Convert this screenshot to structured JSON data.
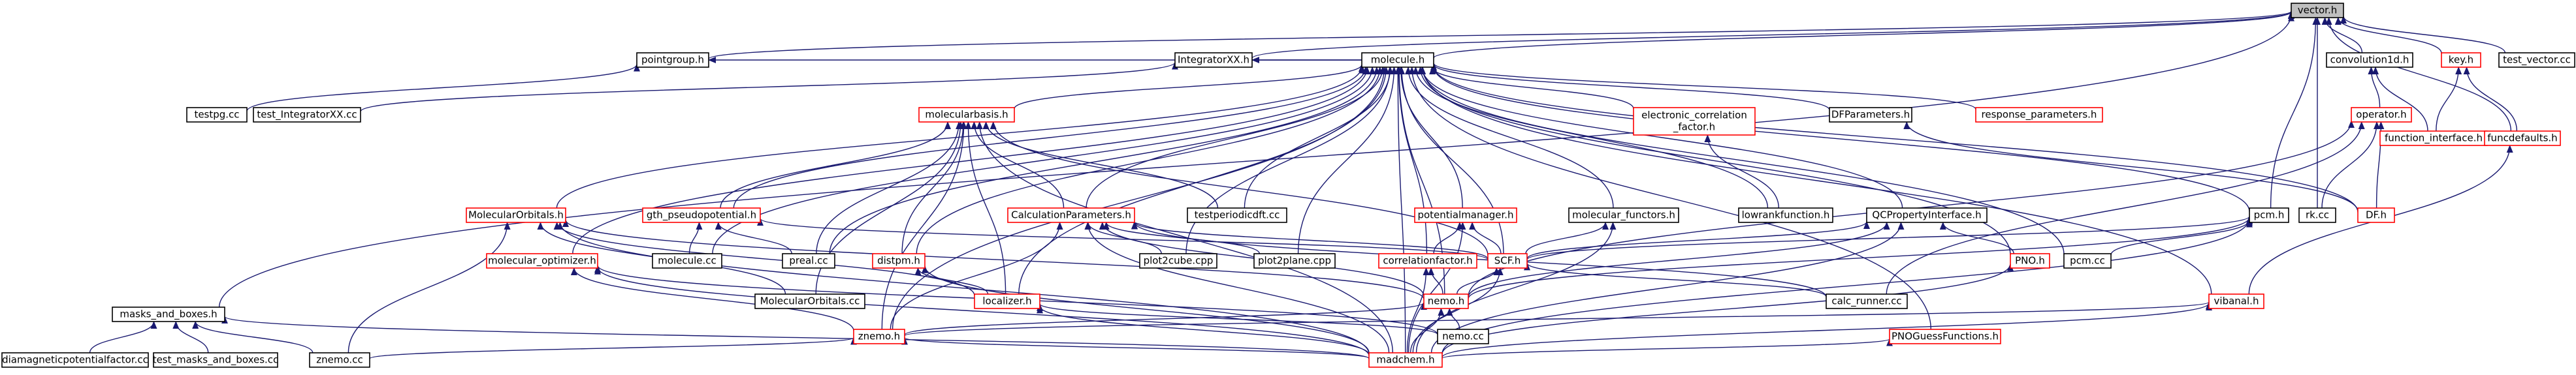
{
  "graph": {
    "colors": {
      "edge": "#191970",
      "node_border_black": "#000000",
      "node_border_red": "#ff0000",
      "root_fill": "#bfbfbf",
      "node_fill": "#ffffff",
      "text_black": "#000000"
    },
    "nodes": [
      {
        "id": "vector_h",
        "label": "vector.h",
        "style": "root"
      },
      {
        "id": "pointgroup_h",
        "label": "pointgroup.h",
        "style": "black"
      },
      {
        "id": "integratorxx_h",
        "label": "IntegratorXX.h",
        "style": "black"
      },
      {
        "id": "molecule_h",
        "label": "molecule.h",
        "style": "black"
      },
      {
        "id": "convolution1d_h",
        "label": "convolution1d.h",
        "style": "black"
      },
      {
        "id": "key_h",
        "label": "key.h",
        "style": "red"
      },
      {
        "id": "test_vector_cc",
        "label": "test_vector.cc",
        "style": "black"
      },
      {
        "id": "testpg_cc",
        "label": "testpg.cc",
        "style": "black"
      },
      {
        "id": "test_integratorxx_cc",
        "label": "test_IntegratorXX.cc",
        "style": "black"
      },
      {
        "id": "molecularbasis_h",
        "label": "molecularbasis.h",
        "style": "red"
      },
      {
        "id": "electronic_correlation_factor_h",
        "label": "electronic_correlation\n_factor.h",
        "style": "red"
      },
      {
        "id": "dfparameters_h",
        "label": "DFParameters.h",
        "style": "black"
      },
      {
        "id": "response_parameters_h",
        "label": "response_parameters.h",
        "style": "red"
      },
      {
        "id": "operator_h",
        "label": "operator.h",
        "style": "red"
      },
      {
        "id": "function_interface_h",
        "label": "function_interface.h",
        "style": "red"
      },
      {
        "id": "funcdefaults_h",
        "label": "funcdefaults.h",
        "style": "red"
      },
      {
        "id": "molecularorbitals_h",
        "label": "MolecularOrbitals.h",
        "style": "red"
      },
      {
        "id": "gth_pseudopotential_h",
        "label": "gth_pseudopotential.h",
        "style": "red"
      },
      {
        "id": "calculationparameters_h",
        "label": "CalculationParameters.h",
        "style": "red"
      },
      {
        "id": "testperiodicdft_cc",
        "label": "testperiodicdft.cc",
        "style": "black"
      },
      {
        "id": "potentialmanager_h",
        "label": "potentialmanager.h",
        "style": "red"
      },
      {
        "id": "molecular_functors_h",
        "label": "molecular_functors.h",
        "style": "black"
      },
      {
        "id": "lowrankfunction_h",
        "label": "lowrankfunction.h",
        "style": "black"
      },
      {
        "id": "qcpropertyinterface_h",
        "label": "QCPropertyInterface.h",
        "style": "black"
      },
      {
        "id": "pcm_h",
        "label": "pcm.h",
        "style": "black"
      },
      {
        "id": "df_h",
        "label": "DF.h",
        "style": "red"
      },
      {
        "id": "rk_cc",
        "label": "rk.cc",
        "style": "black"
      },
      {
        "id": "molecule_cc",
        "label": "molecule.cc",
        "style": "black"
      },
      {
        "id": "preal_cc",
        "label": "preal.cc",
        "style": "black"
      },
      {
        "id": "distpm_h",
        "label": "distpm.h",
        "style": "red"
      },
      {
        "id": "plot2cube_cpp",
        "label": "plot2cube.cpp",
        "style": "black"
      },
      {
        "id": "plot2plane_cpp",
        "label": "plot2plane.cpp",
        "style": "black"
      },
      {
        "id": "scf_h",
        "label": "SCF.h",
        "style": "red"
      },
      {
        "id": "correlationfactor_h",
        "label": "correlationfactor.h",
        "style": "red"
      },
      {
        "id": "pno_h",
        "label": "PNO.h",
        "style": "red"
      },
      {
        "id": "pcm_cc",
        "label": "pcm.cc",
        "style": "black"
      },
      {
        "id": "molecular_optimizer_h",
        "label": "molecular_optimizer.h",
        "style": "red"
      },
      {
        "id": "molecularorbitals_cc",
        "label": "MolecularOrbitals.cc",
        "style": "black"
      },
      {
        "id": "localizer_h",
        "label": "localizer.h",
        "style": "red"
      },
      {
        "id": "nemo_h",
        "label": "nemo.h",
        "style": "red"
      },
      {
        "id": "calc_runner_cc",
        "label": "calc_runner.cc",
        "style": "black"
      },
      {
        "id": "vibanal_h",
        "label": "vibanal.h",
        "style": "red"
      },
      {
        "id": "masks_and_boxes_h",
        "label": "masks_and_boxes.h",
        "style": "black"
      },
      {
        "id": "znemo_h",
        "label": "znemo.h",
        "style": "red"
      },
      {
        "id": "nemo_cc",
        "label": "nemo.cc",
        "style": "black"
      },
      {
        "id": "pnoguessfunctions_h",
        "label": "PNOGuessFunctions.h",
        "style": "red"
      },
      {
        "id": "diamagneticpotentialfactor_cc",
        "label": "diamagneticpotentialfactor.cc",
        "style": "black"
      },
      {
        "id": "test_masks_and_boxes_cc",
        "label": "test_masks_and_boxes.cc",
        "style": "black"
      },
      {
        "id": "znemo_cc",
        "label": "znemo.cc",
        "style": "black"
      },
      {
        "id": "madchem_h",
        "label": "madchem.h",
        "style": "red"
      }
    ],
    "edges": [
      [
        "pointgroup_h",
        "vector_h"
      ],
      [
        "integratorxx_h",
        "vector_h"
      ],
      [
        "molecule_h",
        "vector_h"
      ],
      [
        "convolution1d_h",
        "vector_h"
      ],
      [
        "key_h",
        "vector_h"
      ],
      [
        "test_vector_cc",
        "vector_h"
      ],
      [
        "funcdefaults_h",
        "vector_h"
      ],
      [
        "rk_cc",
        "vector_h"
      ],
      [
        "pcm_h",
        "vector_h"
      ],
      [
        "masks_and_boxes_h",
        "vector_h"
      ],
      [
        "testpg_cc",
        "pointgroup_h"
      ],
      [
        "molecule_h",
        "pointgroup_h"
      ],
      [
        "test_integratorxx_cc",
        "integratorxx_h"
      ],
      [
        "molecule_h",
        "integratorxx_h"
      ],
      [
        "operator_h",
        "convolution1d_h"
      ],
      [
        "function_interface_h",
        "convolution1d_h"
      ],
      [
        "function_interface_h",
        "key_h"
      ],
      [
        "funcdefaults_h",
        "key_h"
      ],
      [
        "molecularbasis_h",
        "molecule_h"
      ],
      [
        "electronic_correlation_factor_h",
        "molecule_h"
      ],
      [
        "dfparameters_h",
        "molecule_h"
      ],
      [
        "response_parameters_h",
        "molecule_h"
      ],
      [
        "molecularorbitals_h",
        "molecule_h"
      ],
      [
        "gth_pseudopotential_h",
        "molecule_h"
      ],
      [
        "calculationparameters_h",
        "molecule_h"
      ],
      [
        "testperiodicdft_cc",
        "molecule_h"
      ],
      [
        "potentialmanager_h",
        "molecule_h"
      ],
      [
        "molecular_functors_h",
        "molecule_h"
      ],
      [
        "qcpropertyinterface_h",
        "molecule_h"
      ],
      [
        "pcm_h",
        "molecule_h"
      ],
      [
        "df_h",
        "molecule_h"
      ],
      [
        "molecule_cc",
        "molecule_h"
      ],
      [
        "preal_cc",
        "molecule_h"
      ],
      [
        "distpm_h",
        "molecule_h"
      ],
      [
        "plot2cube_cpp",
        "molecule_h"
      ],
      [
        "plot2plane_cpp",
        "molecule_h"
      ],
      [
        "scf_h",
        "molecule_h"
      ],
      [
        "correlationfactor_h",
        "molecule_h"
      ],
      [
        "pno_h",
        "molecule_h"
      ],
      [
        "pcm_cc",
        "molecule_h"
      ],
      [
        "molecular_optimizer_h",
        "molecule_h"
      ],
      [
        "localizer_h",
        "molecule_h"
      ],
      [
        "nemo_h",
        "molecule_h"
      ],
      [
        "znemo_h",
        "molecule_h"
      ],
      [
        "vibanal_h",
        "molecule_h"
      ],
      [
        "pnoguessfunctions_h",
        "molecule_h"
      ],
      [
        "madchem_h",
        "molecule_h"
      ],
      [
        "lowrankfunction_h",
        "molecule_h"
      ],
      [
        "gth_pseudopotential_h",
        "molecularbasis_h"
      ],
      [
        "calculationparameters_h",
        "molecularbasis_h"
      ],
      [
        "testperiodicdft_cc",
        "molecularbasis_h"
      ],
      [
        "preal_cc",
        "molecularbasis_h"
      ],
      [
        "distpm_h",
        "molecularbasis_h"
      ],
      [
        "localizer_h",
        "molecularbasis_h"
      ],
      [
        "znemo_h",
        "molecularbasis_h"
      ],
      [
        "madchem_h",
        "molecularbasis_h"
      ],
      [
        "molecularorbitals_cc",
        "molecularbasis_h"
      ],
      [
        "scf_h",
        "molecularbasis_h"
      ],
      [
        "lowrankfunction_h",
        "electronic_correlation_factor_h"
      ],
      [
        "df_h",
        "dfparameters_h"
      ],
      [
        "df_h",
        "operator_h"
      ],
      [
        "rk_cc",
        "operator_h"
      ],
      [
        "nemo_h",
        "operator_h"
      ],
      [
        "calc_runner_cc",
        "operator_h"
      ],
      [
        "molecularorbitals_cc",
        "molecularorbitals_h"
      ],
      [
        "localizer_h",
        "molecularorbitals_h"
      ],
      [
        "nemo_h",
        "molecularorbitals_h"
      ],
      [
        "madchem_h",
        "molecularorbitals_h"
      ],
      [
        "znemo_cc",
        "molecularorbitals_h"
      ],
      [
        "molecule_cc",
        "gth_pseudopotential_h"
      ],
      [
        "preal_cc",
        "gth_pseudopotential_h"
      ],
      [
        "scf_h",
        "gth_pseudopotential_h"
      ],
      [
        "plot2cube_cpp",
        "calculationparameters_h"
      ],
      [
        "plot2plane_cpp",
        "calculationparameters_h"
      ],
      [
        "scf_h",
        "calculationparameters_h"
      ],
      [
        "nemo_h",
        "calculationparameters_h"
      ],
      [
        "znemo_h",
        "calculationparameters_h"
      ],
      [
        "madchem_h",
        "calculationparameters_h"
      ],
      [
        "calc_runner_cc",
        "calculationparameters_h"
      ],
      [
        "correlationfactor_h",
        "potentialmanager_h"
      ],
      [
        "scf_h",
        "potentialmanager_h"
      ],
      [
        "madchem_h",
        "potentialmanager_h"
      ],
      [
        "scf_h",
        "molecular_functors_h"
      ],
      [
        "madchem_h",
        "molecular_functors_h"
      ],
      [
        "scf_h",
        "qcpropertyinterface_h"
      ],
      [
        "nemo_h",
        "qcpropertyinterface_h"
      ],
      [
        "pno_h",
        "qcpropertyinterface_h"
      ],
      [
        "madchem_h",
        "qcpropertyinterface_h"
      ],
      [
        "pcm_cc",
        "pcm_h"
      ],
      [
        "scf_h",
        "pcm_h"
      ],
      [
        "nemo_h",
        "pcm_h"
      ],
      [
        "madchem_h",
        "pcm_h"
      ],
      [
        "localizer_h",
        "distpm_h"
      ],
      [
        "madchem_h",
        "distpm_h"
      ],
      [
        "nemo_h",
        "scf_h"
      ],
      [
        "calc_runner_cc",
        "scf_h"
      ],
      [
        "madchem_h",
        "scf_h"
      ],
      [
        "nemo_h",
        "correlationfactor_h"
      ],
      [
        "madchem_h",
        "correlationfactor_h"
      ],
      [
        "madchem_h",
        "pno_h"
      ],
      [
        "znemo_h",
        "molecular_optimizer_h"
      ],
      [
        "nemo_cc",
        "molecular_optimizer_h"
      ],
      [
        "madchem_h",
        "molecular_optimizer_h"
      ],
      [
        "madchem_h",
        "localizer_h"
      ],
      [
        "nemo_cc",
        "localizer_h"
      ],
      [
        "znemo_h",
        "nemo_h"
      ],
      [
        "nemo_cc",
        "nemo_h"
      ],
      [
        "madchem_h",
        "nemo_h"
      ],
      [
        "znemo_h",
        "vibanal_h"
      ],
      [
        "madchem_h",
        "vibanal_h"
      ],
      [
        "diamagneticpotentialfactor_cc",
        "masks_and_boxes_h"
      ],
      [
        "test_masks_and_boxes_cc",
        "masks_and_boxes_h"
      ],
      [
        "znemo_cc",
        "masks_and_boxes_h"
      ],
      [
        "madchem_h",
        "masks_and_boxes_h"
      ],
      [
        "znemo_cc",
        "znemo_h"
      ],
      [
        "madchem_h",
        "znemo_h"
      ],
      [
        "madchem_h",
        "pnoguessfunctions_h"
      ],
      [
        "vibanal_h",
        "funcdefaults_h"
      ]
    ]
  }
}
